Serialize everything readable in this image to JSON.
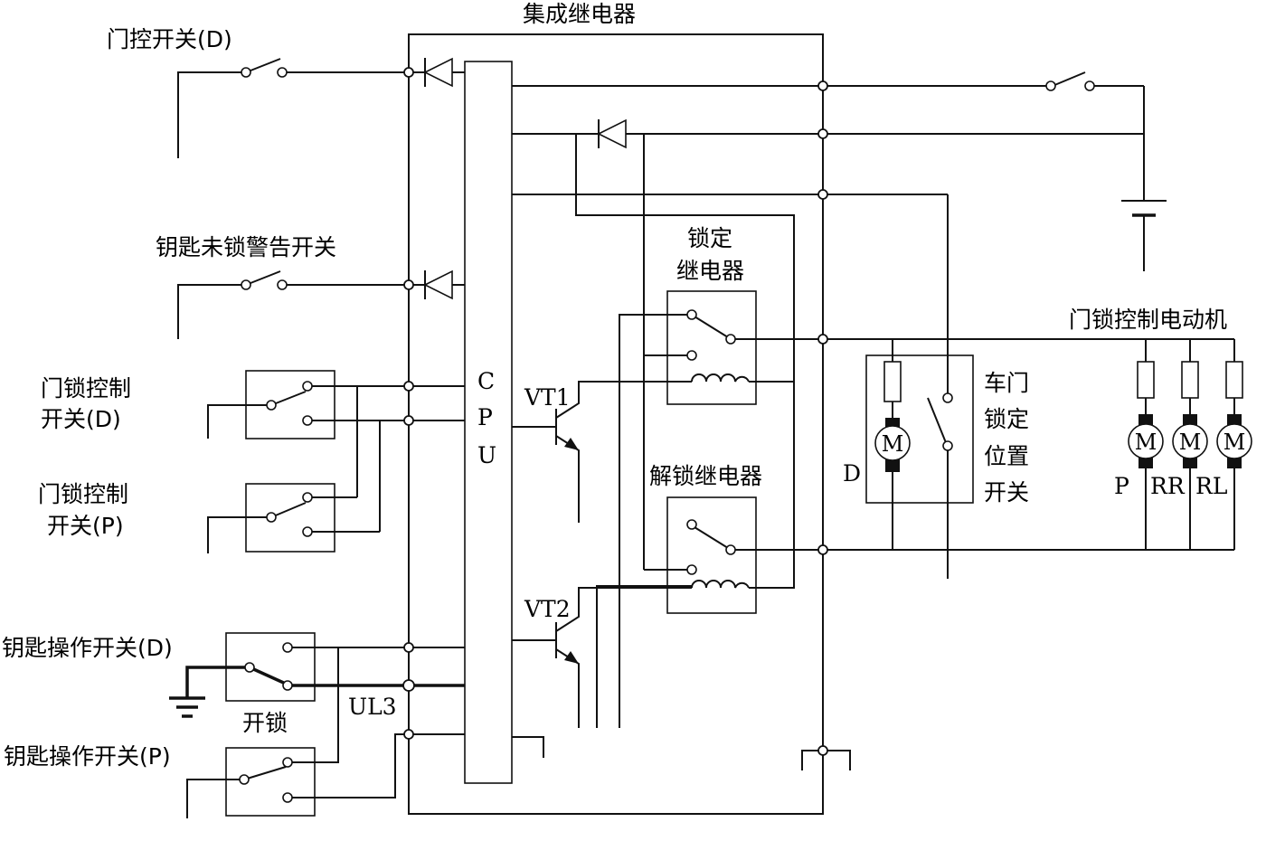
{
  "labels": {
    "integrated_relay": "集成继电器",
    "door_switch_d": "门控开关(D)",
    "key_unlock_warning": "钥匙未锁警告开关",
    "lock_ctrl_d_1": "门锁控制",
    "lock_ctrl_d_2": "开关(D)",
    "lock_ctrl_p_1": "门锁控制",
    "lock_ctrl_p_2": "开关(P)",
    "key_op_d": "钥匙操作开关(D)",
    "key_op_p": "钥匙操作开关(P)",
    "unlock": "开锁",
    "ul3": "UL3",
    "cpu_c": "C",
    "cpu_p": "P",
    "cpu_u": "U",
    "vt1": "VT1",
    "vt2": "VT2",
    "lock_relay_1": "锁定",
    "lock_relay_2": "继电器",
    "unlock_relay": "解锁继电器",
    "pos_sw_1": "车门",
    "pos_sw_2": "锁定",
    "pos_sw_3": "位置",
    "pos_sw_4": "开关",
    "motor_title": "门锁控制电动机",
    "motor_d": "D",
    "motor_p": "P",
    "motor_rr": "RR",
    "motor_rl": "RL",
    "motor_symbol": "M"
  }
}
